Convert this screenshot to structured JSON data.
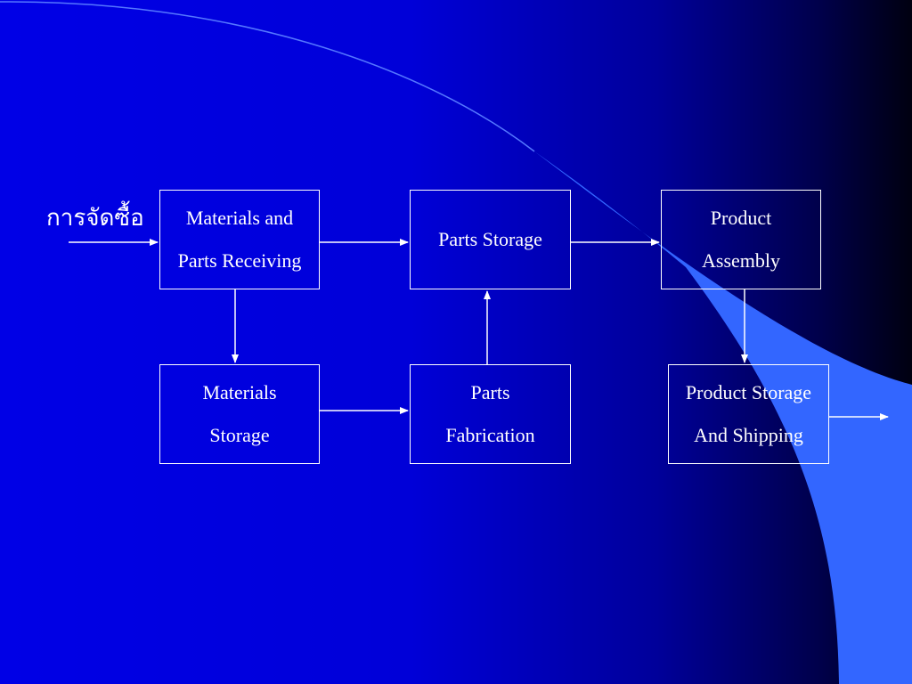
{
  "diagram": {
    "input_label": "การจัดซื้อ",
    "nodes": {
      "receiving": {
        "line1": "Materials and",
        "line2": "Parts Receiving"
      },
      "parts_storage": {
        "line1": "Parts Storage"
      },
      "assembly": {
        "line1": "Product",
        "line2": "Assembly"
      },
      "materials_storage": {
        "line1": "Materials",
        "line2": "Storage"
      },
      "fabrication": {
        "line1": "Parts",
        "line2": "Fabrication"
      },
      "shipping": {
        "line1": "Product Storage",
        "line2": "And Shipping"
      }
    },
    "edges": [
      {
        "from": "input",
        "to": "receiving"
      },
      {
        "from": "receiving",
        "to": "parts_storage"
      },
      {
        "from": "parts_storage",
        "to": "assembly"
      },
      {
        "from": "receiving",
        "to": "materials_storage"
      },
      {
        "from": "materials_storage",
        "to": "fabrication"
      },
      {
        "from": "fabrication",
        "to": "parts_storage"
      },
      {
        "from": "assembly",
        "to": "shipping"
      },
      {
        "from": "shipping",
        "to": "output"
      }
    ]
  },
  "colors": {
    "background_left": "#0000e6",
    "background_right": "#000010",
    "swoosh": "#3366ff",
    "foreground": "#ffffff"
  }
}
